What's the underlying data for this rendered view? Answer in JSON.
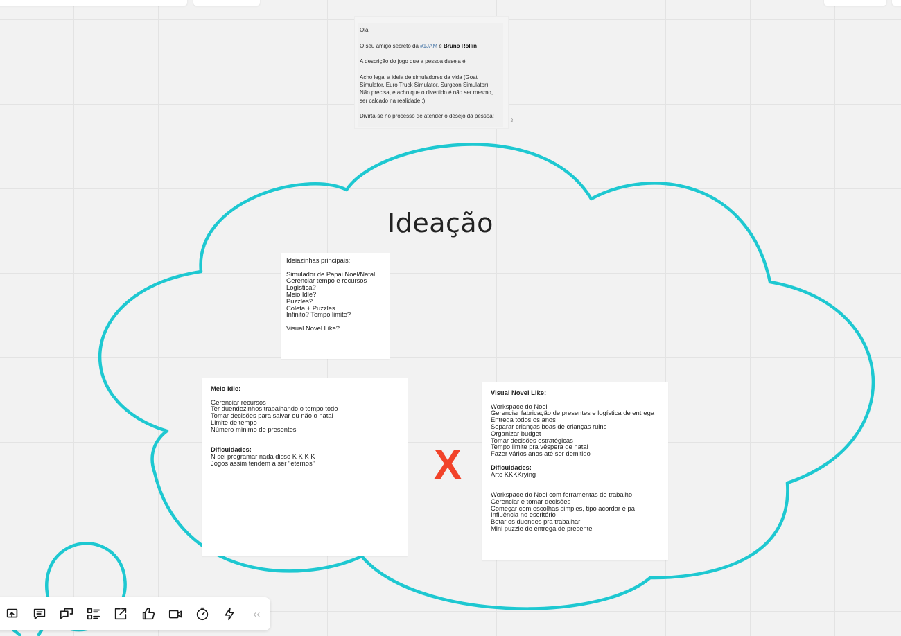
{
  "email": {
    "greeting": "Olá!",
    "line_prefix": "O seu amigo secreto da ",
    "hashtag": "#1JAM",
    "line_mid": " é ",
    "friend_name": "Bruno Rollin",
    "description_label": "A descrição do jogo que a pessoa deseja é",
    "description": [
      "Acho legal a ideia de simuladores da vida (Goat",
      "Simulator, Euro Truck Simulator, Surgeon Simulator).",
      "Não precisa, e acho que o divertido é não ser mesmo,",
      "ser calcado na realidade :)"
    ],
    "closing": "Divirta-se no processo de atender o desejo da pessoa!",
    "page_marker": "2"
  },
  "cloud": {
    "title": "Ideação",
    "stroke_color": "#1ec8d1"
  },
  "notes": {
    "main_ideas": {
      "title": "Ideiazinhas principais:",
      "items": [
        "Simulador de Papai Noel/Natal",
        "Gerenciar tempo e recursos",
        "Logística?",
        "Meio Idle?",
        "Puzzles?",
        "Coleta + Puzzles",
        "Infinito? Tempo limite?"
      ],
      "footer": "Visual Novel Like?"
    },
    "idle": {
      "title": "Meio Idle:",
      "items": [
        "Gerenciar recursos",
        "Ter duendezinhos trabalhando o tempo todo",
        "Tomar decisões para salvar ou não o natal",
        "Limite de tempo",
        "Número mínimo de presentes"
      ],
      "difficulties_title": "Dificuldades:",
      "difficulties": [
        "N sei programar nada disso K K K K",
        "Jogos assim tendem a ser \"eternos\""
      ]
    },
    "visual_novel": {
      "title": "Visual Novel Like:",
      "items": [
        "Workspace do Noel",
        "Gerenciar fabricação de presentes e logística de entrega",
        "Entrega todos os anos",
        "Separar crianças boas de crianças ruins",
        "Organizar budget",
        "Tomar decisões estratégicas",
        "Tempo limite pra véspera de natal",
        "Fazer vários anos até ser demitido"
      ],
      "difficulties_title": "Dificuldades:",
      "difficulties": [
        "Arte KKKKrying"
      ],
      "extra": [
        "Workspace do Noel com ferramentas de trabalho",
        "Gerenciar e tomar decisões",
        "Começar com escolhas simples, tipo acordar e pa",
        "Influência no escritório",
        "Botar os duendes pra trabalhar",
        "Mini puzzle de entrega de presente"
      ]
    }
  },
  "x_mark": {
    "text": "X",
    "color": "#f2432a"
  },
  "toolbar": {
    "icons": [
      "frame-icon",
      "comment-list-icon",
      "chat-icon",
      "card-list-icon",
      "share-out-icon",
      "thumbs-up-icon",
      "video-icon",
      "timer-icon",
      "lightning-icon"
    ],
    "collapse_label": "‹‹"
  }
}
